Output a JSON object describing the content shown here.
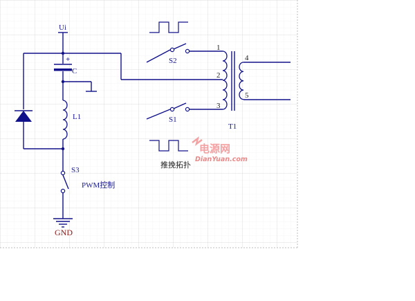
{
  "labels": {
    "supply": "Ui",
    "capacitor": "C",
    "capacitor_polarity": "+",
    "inductor": "L1",
    "switch_s1": "S1",
    "switch_s2": "S2",
    "switch_s3": "S3",
    "pwm_control": "PWM控制",
    "transformer": "T1",
    "pin_1": "1",
    "pin_2": "2",
    "pin_3": "3",
    "pin_4": "4",
    "pin_5": "5",
    "push_pull_note": "推挽拓扑",
    "ground": "GND"
  },
  "watermark": {
    "chinese": "电源网",
    "latin": "DianYuan.com"
  },
  "colors": {
    "wire": "#10108a",
    "grid": "#e3e3e3",
    "grid_border": "#bdbdbd",
    "ground_label": "#8b1a1a",
    "watermark": "#f2a2a2"
  }
}
